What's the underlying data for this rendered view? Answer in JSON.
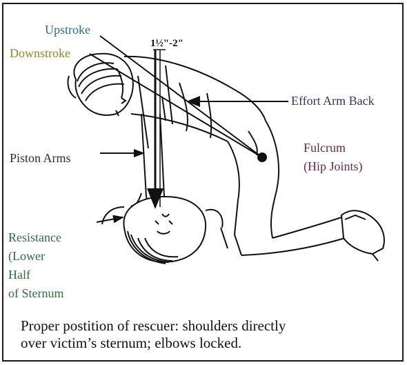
{
  "labels": {
    "upstroke": "Upstroke",
    "downstroke": "Downstroke",
    "measure": "1½\"-2\"",
    "effort_arm": "Effort Arm Back",
    "piston_arms": "Piston Arms",
    "fulcrum_1": "Fulcrum",
    "fulcrum_2": "(Hip Joints)",
    "resistance_1": "Resistance",
    "resistance_2": "(Lower",
    "resistance_3": "Half",
    "resistance_4": "of Sternum"
  },
  "caption": {
    "line1": "Proper postition of rescuer: shoulders directly",
    "line2": "over victim’s sternum; elbows locked."
  },
  "colors": {
    "upstroke": "#2e6f86",
    "downstroke": "#8a8a2a",
    "effort_arm": "#2a3a6a",
    "fulcrum": "#6a2a4a",
    "piston_arms": "#3a2a2a",
    "resistance": "#2e6e3e"
  },
  "icons": [
    "cpr-rescuer-illustration",
    "victim-head-illustration",
    "arrow-icon"
  ]
}
